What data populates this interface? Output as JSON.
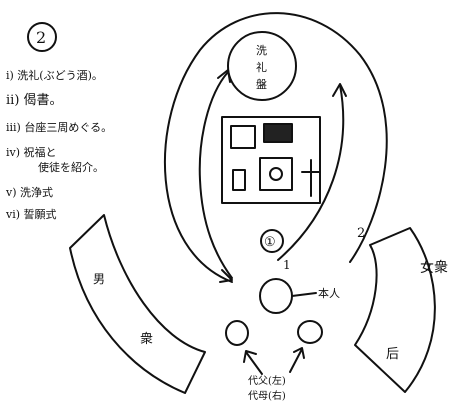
{
  "page_number": "2",
  "notes": [
    "i) 洗礼(ぶどう酒)。",
    "ii) 偈書。",
    "iii) 台座三周めぐる。",
    "iv) 祝福と",
    "使徒を紹介。",
    "v) 洗浄式",
    "vi) 誓願式"
  ],
  "top_circle_label": "洗礼盤",
  "altar_cross": "†",
  "step_labels": {
    "first": "①",
    "path_1": "1",
    "path_2": "2"
  },
  "person_label": "本人",
  "pew_left_label": "男衆",
  "pew_right_left": "女衆",
  "pew_right_label": "后",
  "sponsors_label_line1": "代父(左)",
  "sponsors_label_line2": "代母(右)"
}
